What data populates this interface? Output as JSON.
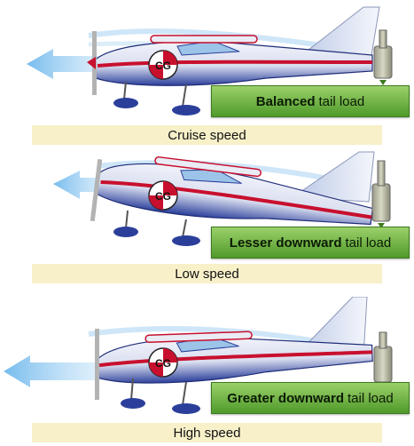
{
  "cg_label": "CG",
  "panels": [
    {
      "load_emphasis": "Balanced",
      "load_suffix": "tail load",
      "speed": "Cruise speed"
    },
    {
      "load_emphasis": "Lesser downward",
      "load_suffix": "tail load",
      "speed": "Low speed"
    },
    {
      "load_emphasis": "Greater downward",
      "load_suffix": "tail load",
      "speed": "High speed"
    }
  ],
  "colors": {
    "fuselage_blue": "#2b3f9a",
    "stripe_red": "#c8102e",
    "airflow_blue": "#9fd0f2",
    "load_green": "#6db33f",
    "speed_bar": "#f7f0c9"
  }
}
